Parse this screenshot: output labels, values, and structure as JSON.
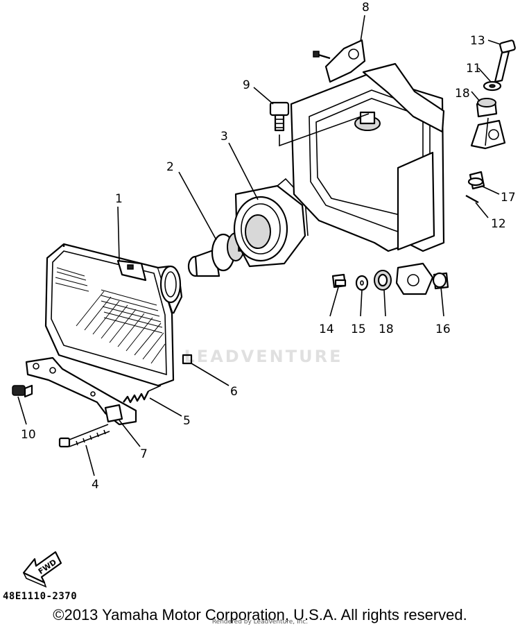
{
  "diagram": {
    "callouts": [
      "1",
      "2",
      "3",
      "4",
      "5",
      "6",
      "7",
      "8",
      "9",
      "10",
      "11",
      "12",
      "13",
      "14",
      "15",
      "16",
      "17",
      "18"
    ],
    "fwd_label": "FWD",
    "part_code": "48E1110-2370",
    "watermark": "LEADVENTURE"
  },
  "footer": {
    "copyright": "©2013 Yamaha Motor Corporation, U.S.A. All rights reserved.",
    "rendered_by": "Rendered by LeadVenture, Inc."
  }
}
